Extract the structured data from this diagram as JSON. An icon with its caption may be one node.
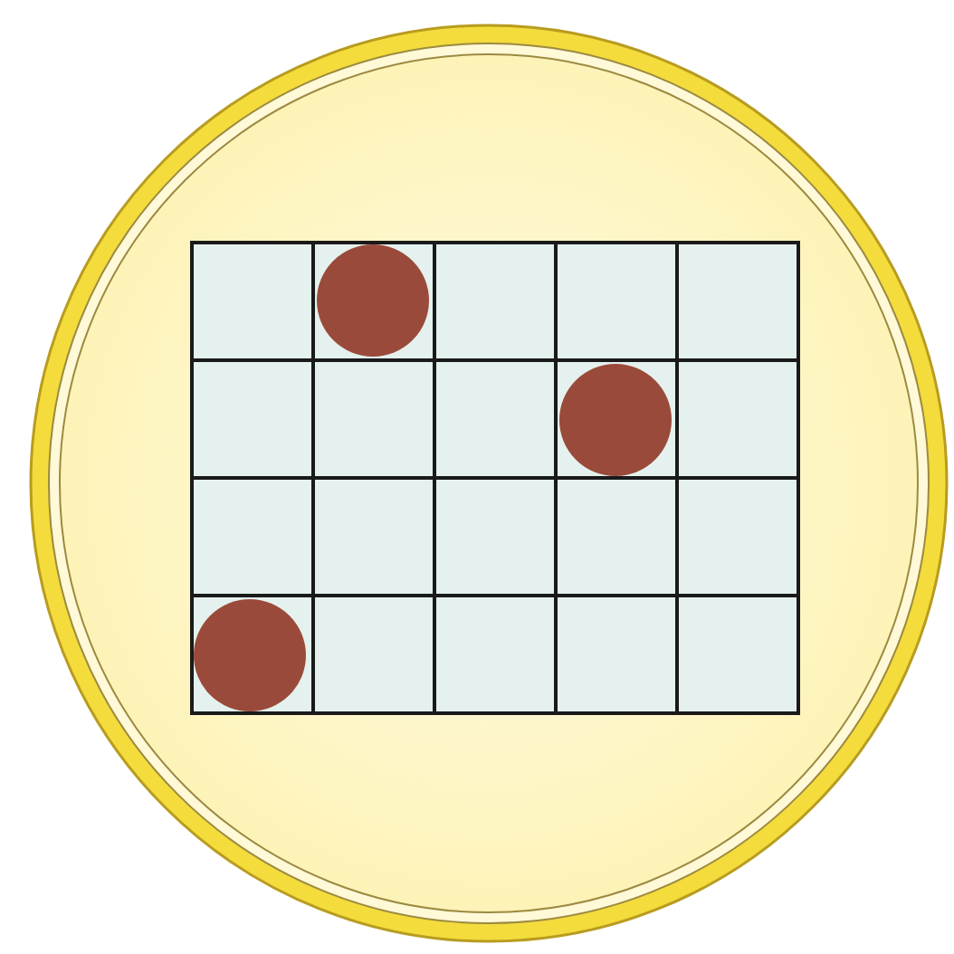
{
  "diagram": {
    "nodes": [
      {
        "text": [],
        "shape": "circle"
      },
      {
        "text": [],
        "shape": "box",
        "in": 0
      },
      {
        "text": [],
        "shape": "circle",
        "in": 1
      },
      {
        "text": [],
        "shape": "circle",
        "in": 1
      },
      {
        "text": [],
        "shape": "circle",
        "in": 1
      }
    ]
  }
}
